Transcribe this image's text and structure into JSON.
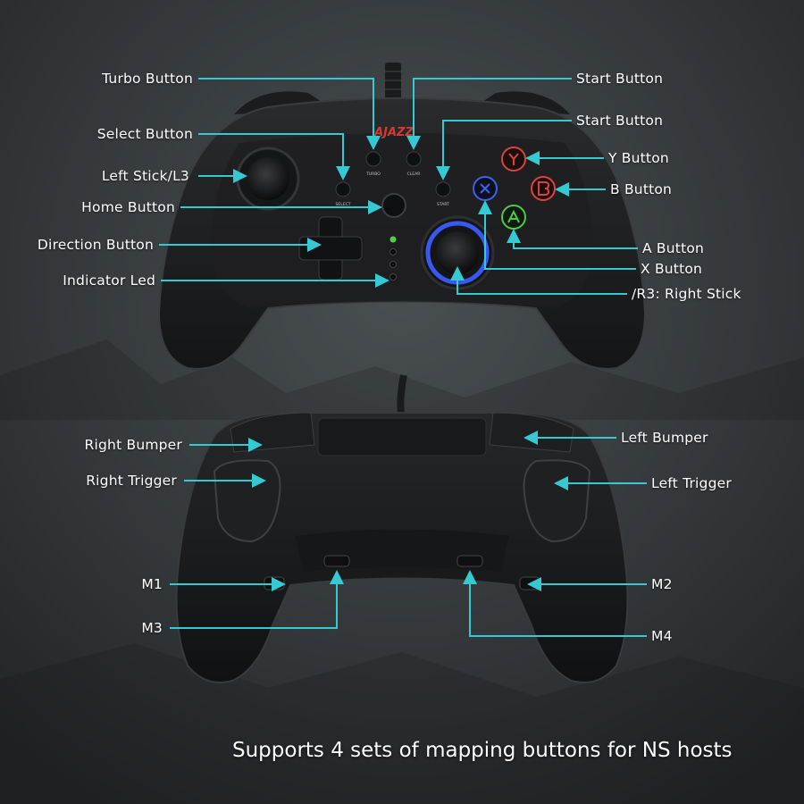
{
  "brand": "AJAZZ",
  "caption": "Supports 4 sets of mapping buttons for NS hosts",
  "colors": {
    "accent_line": "#35c9d4",
    "y_button": "#d8443c",
    "b_button": "#d8443c",
    "a_button": "#4cc94a",
    "x_button": "#3f62e6",
    "stick_ring": "#3b5bff",
    "indicator_led": "#4ad04a"
  },
  "top_controller": {
    "small_labels": {
      "turbo": "TURBO",
      "clear": "CLEAR",
      "select": "SELECT",
      "start": "START"
    },
    "labels": {
      "turbo_button": "Turbo Button",
      "start_button_top": "Start Button",
      "start_button": "Start Button",
      "select_button": "Select Button",
      "y_button": "Y Button",
      "left_stick": "Left Stick/L3",
      "b_button": "B Button",
      "home_button": "Home Button",
      "direction_button": "Direction Button",
      "a_button": "A Button",
      "x_button": "X Button",
      "indicator_led": "Indicator Led",
      "right_stick": "/R3: Right Stick"
    }
  },
  "bottom_controller": {
    "labels": {
      "right_bumper": "Right Bumper",
      "left_bumper": "Left Bumper",
      "right_trigger": "Right Trigger",
      "left_trigger": "Left Trigger",
      "m1": "M1",
      "m2": "M2",
      "m3": "M3",
      "m4": "M4"
    }
  }
}
